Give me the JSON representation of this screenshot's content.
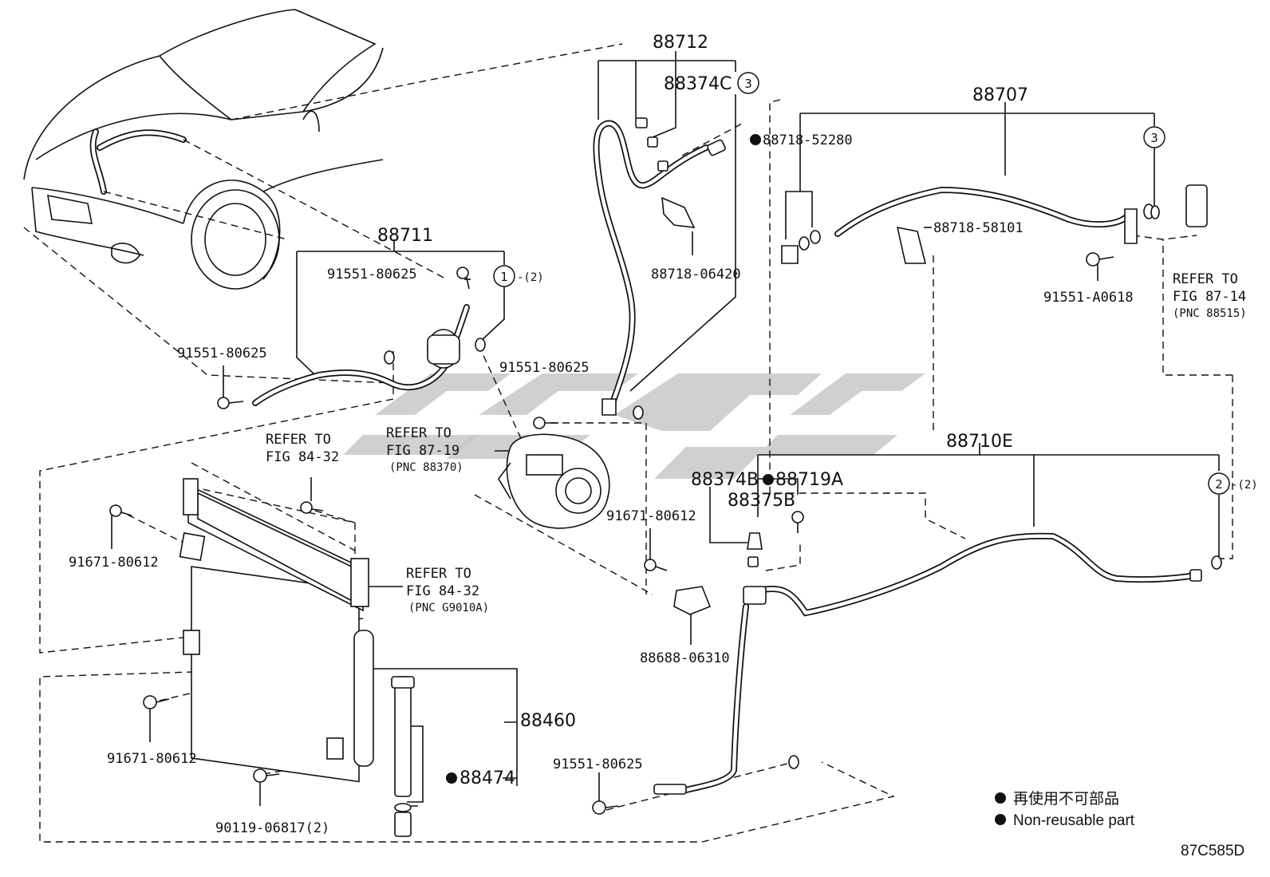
{
  "labels": {
    "p88712": "88712",
    "p88374C": "88374C",
    "p88718_52280": "88718-52280",
    "p88707": "88707",
    "p88718_58101": "88718-58101",
    "p88718_06420": "88718-06420",
    "p91551_A0618": "91551-A0618",
    "p88711": "88711",
    "p91551_80625_a": "91551-80625",
    "p91551_80625_b": "91551-80625",
    "p91551_80625_c": "91551-80625",
    "p91551_80625_d": "91551-80625",
    "p91671_80612_a": "91671-80612",
    "p91671_80612_b": "91671-80612",
    "p91671_80612_c": "91671-80612",
    "p88710E": "88710E",
    "p88374B": "88374B",
    "p88719A": "88719A",
    "p88375B": "88375B",
    "p88688_06310": "88688-06310",
    "p88460": "88460",
    "p88474": "88474",
    "p90119_06817": "90119-06817(2)",
    "suffix_2a": "-(2)",
    "suffix_2b": "-(2)"
  },
  "refs": {
    "r87_14_l1": "REFER TO",
    "r87_14_l2": "FIG 87-14",
    "r87_14_l3": "(PNC 88515)",
    "r87_19_l1": "REFER TO",
    "r87_19_l2": "FIG 87-19",
    "r87_19_l3": "(PNC 88370)",
    "r84_32a_l1": "REFER TO",
    "r84_32a_l2": "FIG 84-32",
    "r84_32b_l1": "REFER TO",
    "r84_32b_l2": "FIG 84-32",
    "r84_32b_l3": "(PNC G9010A)"
  },
  "callouts": {
    "c1": "1",
    "c2": "2",
    "c3a": "3",
    "c3b": "3"
  },
  "legend": {
    "line1": "再使用不可部品",
    "line2": "Non-reusable part"
  },
  "diagram_code": "87C585D",
  "colors": {
    "line": "#111111",
    "watermark": "#c8c8c8",
    "background": "#ffffff"
  }
}
